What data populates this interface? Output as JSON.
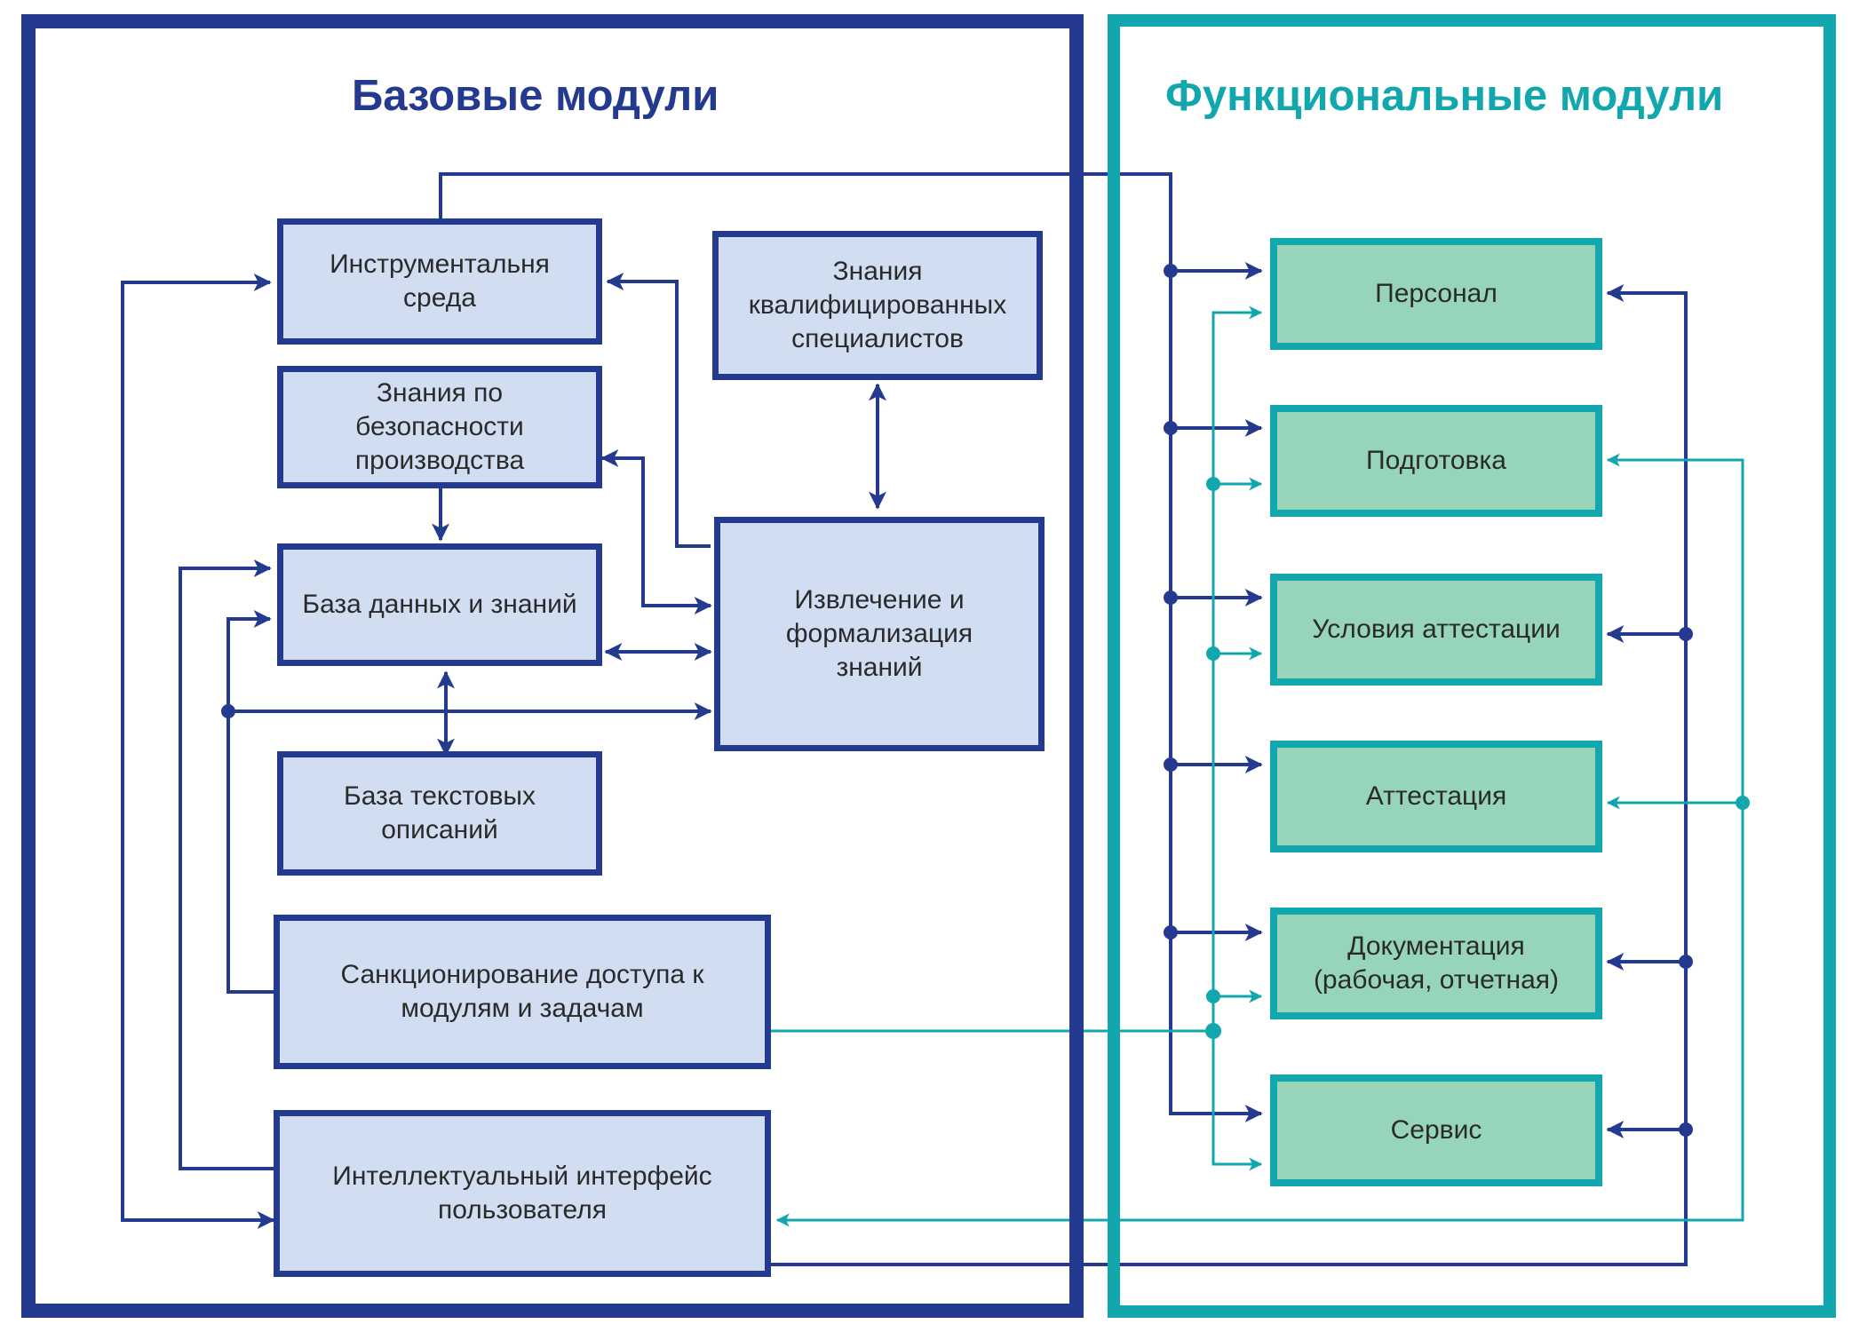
{
  "colors": {
    "base": "#243a8f",
    "functional": "#12a7ad",
    "base_box_fill": "#d1def2",
    "func_box_fill": "#97d5bb"
  },
  "base_panel": {
    "title": "Базовые модули",
    "modules": {
      "instrumental": "Инструментальня\nсреда",
      "safety_knowledge": "Знания по\nбезопасности\nпроизводства",
      "database": "База данных и знаний",
      "text_base": "База текстовых\nописаний",
      "access": "Санкционирование доступа к\nмодулям и задачам",
      "interface": "Интеллектуальный интерфейс\nпользователя",
      "experts": "Знания\nквалифицированных\nспециалистов",
      "extraction": "Извлечение и\nформализация\nзнаний"
    }
  },
  "func_panel": {
    "title": "Функциональные модули",
    "modules": {
      "personnel": "Персонал",
      "training": "Подготовка",
      "cert_conditions": "Условия аттестации",
      "certification": "Аттестация",
      "documentation": "Документация\n(рабочая, отчетная)",
      "service": "Сервис"
    }
  }
}
